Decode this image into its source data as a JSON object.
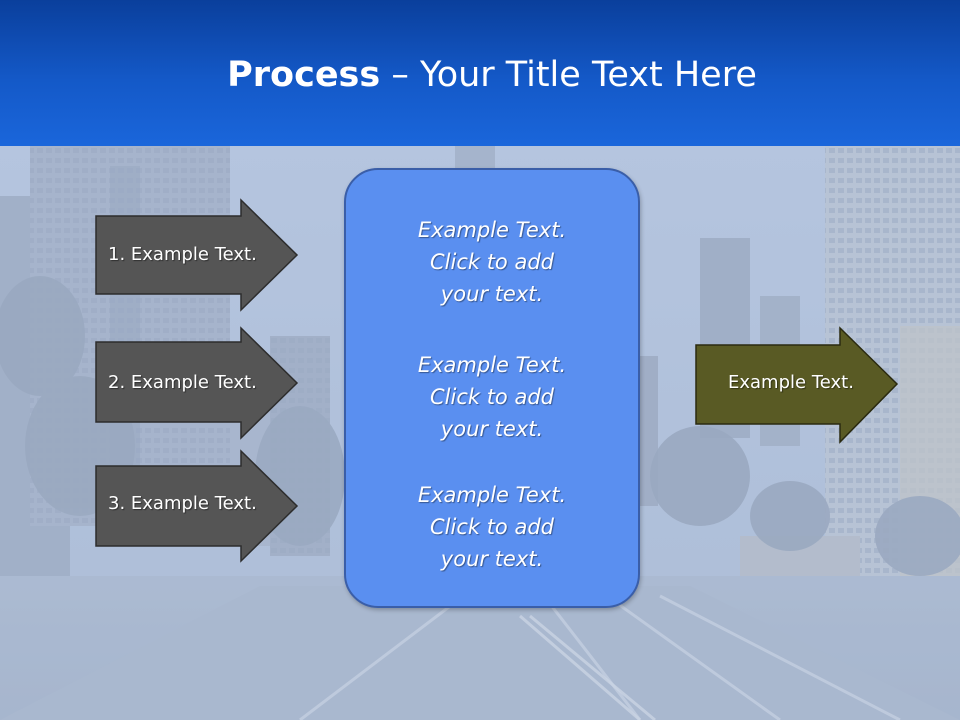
{
  "slide": {
    "title_bold": "Process",
    "title_rest": " – Your Title Text Here"
  },
  "left_steps": [
    {
      "label": "1. Example Text."
    },
    {
      "label": "2. Example Text."
    },
    {
      "label": "3. Example Text."
    }
  ],
  "center_blocks": [
    {
      "lines": [
        "Example Text.",
        "Click  to add",
        "your text."
      ]
    },
    {
      "lines": [
        "Example Text.",
        "Click  to add",
        "your text."
      ]
    },
    {
      "lines": [
        "Example Text.",
        "Click  to add",
        "your text."
      ]
    }
  ],
  "result": {
    "label": "Example Text."
  },
  "colors": {
    "header": "#1459c8",
    "step_arrow": "#555555",
    "center_box": "#5a8ff0",
    "result_arrow": "#595a24"
  }
}
